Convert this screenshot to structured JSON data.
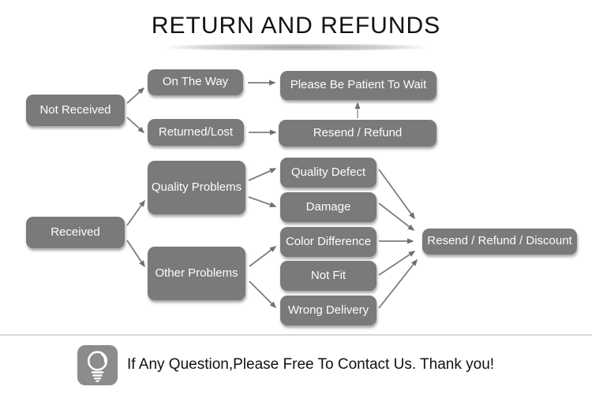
{
  "title": "RETURN AND REFUNDS",
  "flowchart": {
    "nodes": {
      "not_received": "Not Received",
      "on_the_way": "On The Way",
      "returned_lost": "Returned/Lost",
      "please_wait": "Please Be Patient To Wait",
      "resend_refund": "Resend / Refund",
      "received": "Received",
      "quality_problems": "Quality Problems",
      "other_problems": "Other Problems",
      "quality_defect": "Quality Defect",
      "damage": "Damage",
      "color_difference": "Color Difference",
      "not_fit": "Not Fit",
      "wrong_delivery": "Wrong Delivery",
      "resend_refund_discount": "Resend / Refund / Discount"
    },
    "edges": [
      {
        "from": "Not Received",
        "to": "On The Way"
      },
      {
        "from": "Not Received",
        "to": "Returned/Lost"
      },
      {
        "from": "On The Way",
        "to": "Please Be Patient To Wait"
      },
      {
        "from": "Returned/Lost",
        "to": "Resend / Refund"
      },
      {
        "from": "Resend / Refund",
        "to": "Please Be Patient To Wait"
      },
      {
        "from": "Received",
        "to": "Quality Problems"
      },
      {
        "from": "Received",
        "to": "Other Problems"
      },
      {
        "from": "Quality Problems",
        "to": "Quality Defect"
      },
      {
        "from": "Quality Problems",
        "to": "Damage"
      },
      {
        "from": "Other Problems",
        "to": "Color Difference"
      },
      {
        "from": "Other Problems",
        "to": "Wrong Delivery"
      },
      {
        "from": "Quality Defect",
        "to": "Resend / Refund / Discount"
      },
      {
        "from": "Damage",
        "to": "Resend / Refund / Discount"
      },
      {
        "from": "Color Difference",
        "to": "Resend / Refund / Discount"
      },
      {
        "from": "Not Fit",
        "to": "Resend / Refund / Discount"
      },
      {
        "from": "Wrong Delivery",
        "to": "Resend / Refund / Discount"
      }
    ]
  },
  "footer": {
    "icon": "lightbulb-icon",
    "message": "If Any Question,Please Free To Contact Us. Thank you!"
  },
  "colors": {
    "node_bg": "#7a7a7a",
    "node_text": "#ffffff",
    "arrow": "#757575",
    "title_text": "#121212",
    "footer_divider": "#d9d9d9",
    "icon_bg": "#8c8c8c"
  }
}
